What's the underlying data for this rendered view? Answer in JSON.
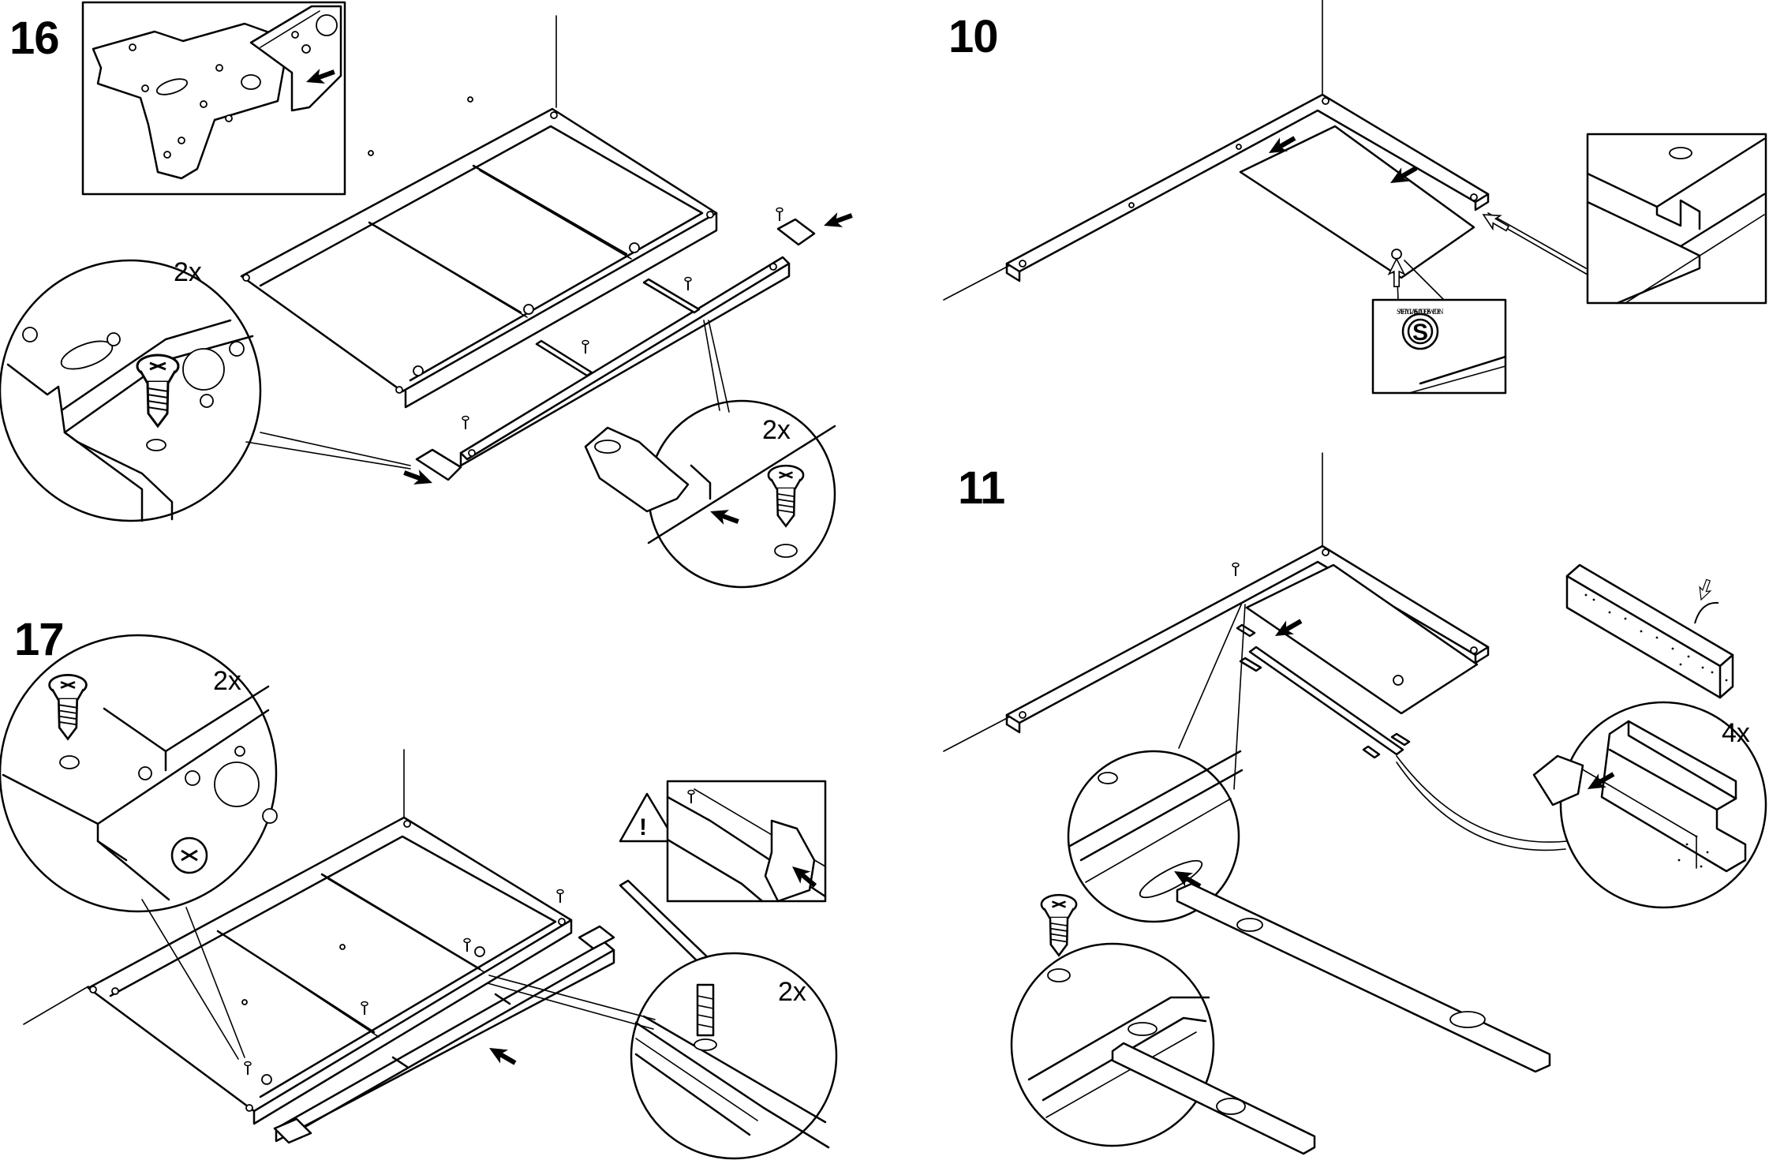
{
  "steps": [
    {
      "id": "16",
      "number": "16",
      "counts": [
        "2x",
        "2x"
      ]
    },
    {
      "id": "17",
      "number": "17",
      "counts": [
        "2x",
        "2x"
      ]
    },
    {
      "id": "10",
      "number": "10",
      "counts": []
    },
    {
      "id": "11",
      "number": "11",
      "counts": [
        "4x"
      ]
    }
  ],
  "safety_glass_mark": {
    "letter": "S",
    "ring_text": "SAFETY GLASS · MADE OF SWEDEN"
  },
  "warning_symbol": "!",
  "icons": [
    "screw-icon",
    "arrow-icon",
    "warning-triangle-icon",
    "allen-key-icon",
    "hand-icon"
  ]
}
